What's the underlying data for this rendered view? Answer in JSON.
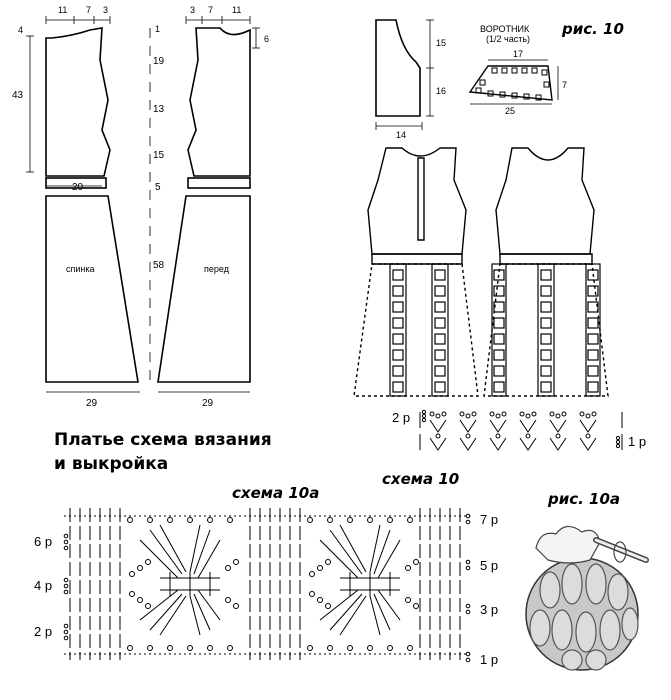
{
  "caption": {
    "line1": "Платье схема вязания",
    "line2": "и выкройка"
  },
  "pattern": {
    "back": {
      "label": "спинка",
      "top_widths": [
        "11",
        "7",
        "3"
      ],
      "shoulder_drop": "4",
      "armhole_height": "43",
      "waist_width": "20",
      "hem_width": "29"
    },
    "front": {
      "label": "перед",
      "top_widths": [
        "3",
        "7",
        "11"
      ],
      "neck_drop": "6",
      "hem_width": "29"
    },
    "heights": [
      "1",
      "19",
      "13",
      "15",
      "5",
      "58"
    ]
  },
  "sleeve": {
    "height_top": "15",
    "height_bottom": "16",
    "width": "14"
  },
  "collar": {
    "title": "ВОРОТНИК",
    "subtitle": "(1/2 часть)",
    "top": "17",
    "side": "7",
    "bottom": "25"
  },
  "fig10": {
    "title": "рис. 10"
  },
  "scheme10": {
    "title": "схема 10",
    "rows": [
      "2 р",
      "1 р"
    ]
  },
  "scheme10a": {
    "title": "схема 10а",
    "left_rows": [
      "6 р",
      "4 р",
      "2 р"
    ],
    "right_rows": [
      "7 р",
      "5 р",
      "3 р",
      "1 р"
    ]
  },
  "fig10a": {
    "title": "рис. 10а"
  }
}
